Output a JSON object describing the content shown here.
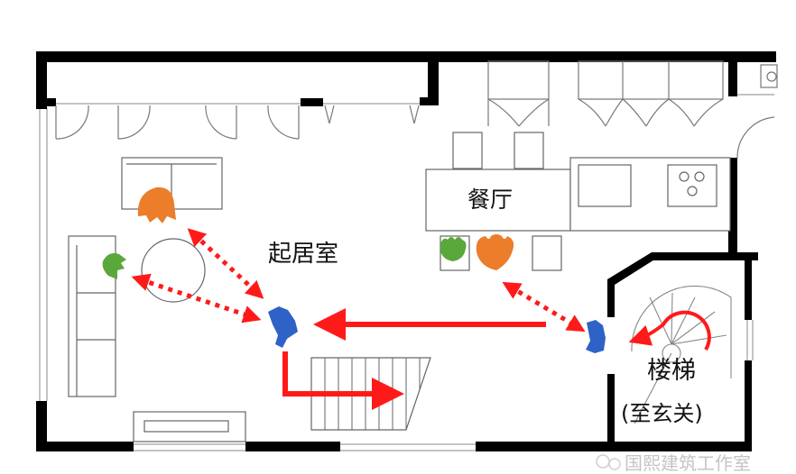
{
  "rooms": {
    "living_room": "起居室",
    "dining_room": "餐厅",
    "staircase": "楼梯",
    "staircase_note": "(至玄关)"
  },
  "watermark": "国熙建筑工作室",
  "colors": {
    "wall": "#000000",
    "arrow": "#ff1a1a",
    "person_main": "#2e62c6",
    "person_orange": "#ec7d2a",
    "person_green": "#5aa83a",
    "furniture_line": "#666666"
  }
}
